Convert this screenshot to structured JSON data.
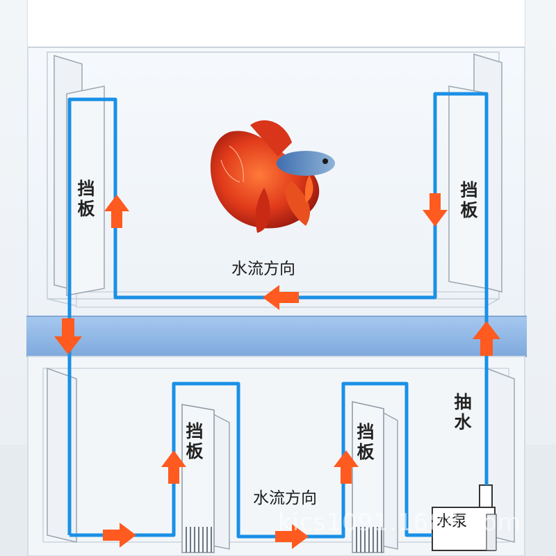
{
  "labels": {
    "baffle_top_left": "挡板",
    "baffle_top_right": "挡板",
    "flow_top": "水流方向",
    "baffle_bottom_1": "挡板",
    "baffle_bottom_2": "挡板",
    "pump_in": "抽水",
    "flow_bottom": "水流方向",
    "pump": "水泵"
  },
  "watermark": "kics1091.1688.com",
  "colors": {
    "flow_line": "#1a90e6",
    "arrow": "#ff5a1f",
    "divider_band": "#8fb8e6"
  }
}
